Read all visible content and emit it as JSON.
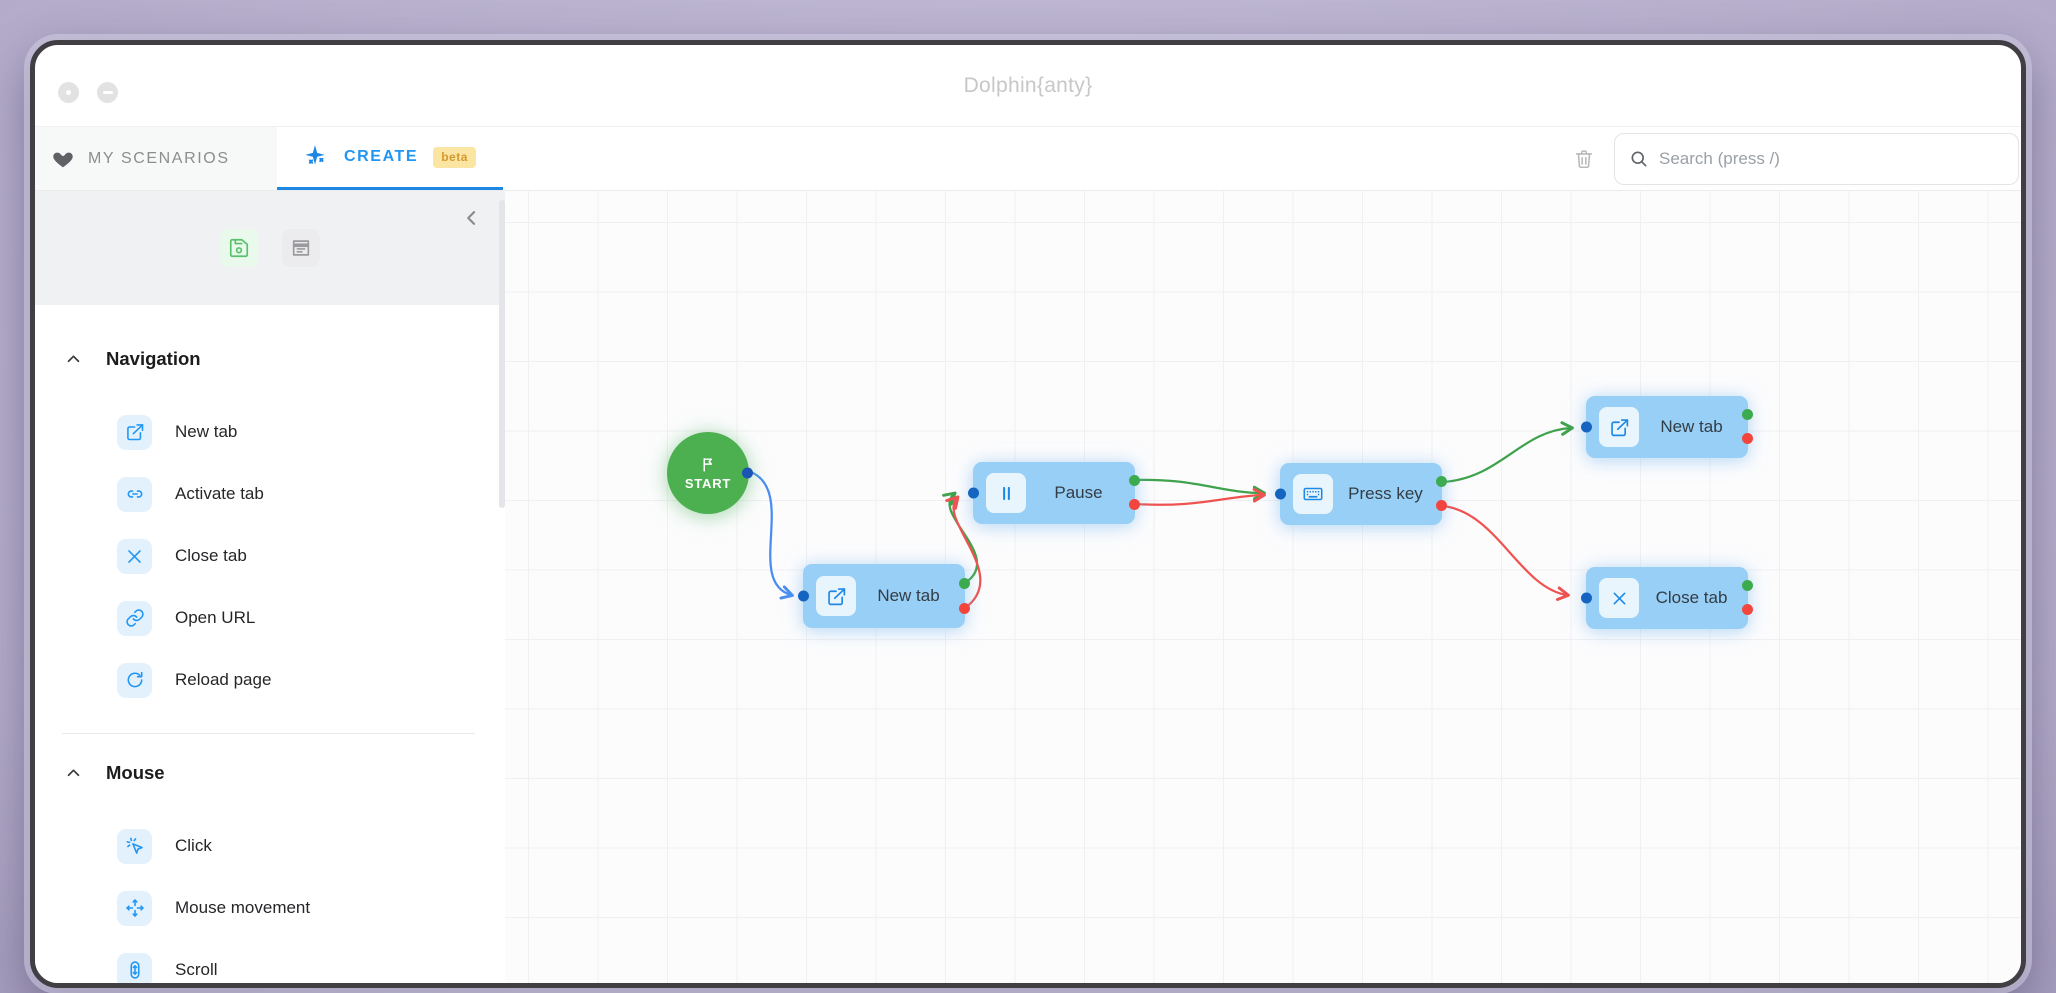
{
  "window": {
    "title": "Dolphin{anty}"
  },
  "tabs": {
    "my_scenarios": {
      "label": "MY SCENARIOS",
      "icon": "heart-icon"
    },
    "create": {
      "label": "CREATE",
      "icon": "sparkles-icon",
      "badge": "beta",
      "active": true
    }
  },
  "toolbar": {
    "search_placeholder": "Search (press /)",
    "icons": [
      "trash-icon",
      "search-icon"
    ]
  },
  "sidebar": {
    "top_tools": [
      {
        "icon": "save-icon"
      },
      {
        "icon": "log-icon"
      }
    ],
    "collapse_icon": "chevron-left-icon",
    "sections": [
      {
        "label": "Navigation",
        "items": [
          {
            "icon": "new-tab-icon",
            "label": "New tab"
          },
          {
            "icon": "activate-tab-icon",
            "label": "Activate tab"
          },
          {
            "icon": "close-tab-icon",
            "label": "Close tab"
          },
          {
            "icon": "open-url-icon",
            "label": "Open URL"
          },
          {
            "icon": "reload-page-icon",
            "label": "Reload page"
          }
        ]
      },
      {
        "label": "Mouse",
        "items": [
          {
            "icon": "click-icon",
            "label": "Click"
          },
          {
            "icon": "mouse-movement-icon",
            "label": "Mouse movement"
          },
          {
            "icon": "scroll-icon",
            "label": "Scroll"
          }
        ]
      }
    ]
  },
  "canvas": {
    "start_label": "START",
    "nodes": [
      {
        "id": "new-tab-1",
        "label": "New tab",
        "icon": "new-tab-icon"
      },
      {
        "id": "pause",
        "label": "Pause",
        "icon": "pause-icon"
      },
      {
        "id": "press-key",
        "label": "Press key",
        "icon": "keyboard-icon"
      },
      {
        "id": "new-tab-2",
        "label": "New tab",
        "icon": "new-tab-icon"
      },
      {
        "id": "close-tab",
        "label": "Close tab",
        "icon": "close-tab-icon"
      }
    ],
    "edges": [
      {
        "from": "start",
        "to": "new-tab-1",
        "type": "blue"
      },
      {
        "from": "new-tab-1:success",
        "to": "pause",
        "type": "green"
      },
      {
        "from": "new-tab-1:error",
        "to": "pause",
        "type": "red"
      },
      {
        "from": "pause:success",
        "to": "press-key",
        "type": "green"
      },
      {
        "from": "pause:error",
        "to": "press-key",
        "type": "red"
      },
      {
        "from": "press-key:success",
        "to": "new-tab-2",
        "type": "green"
      },
      {
        "from": "press-key:error",
        "to": "close-tab",
        "type": "red"
      }
    ]
  },
  "colors": {
    "accent_blue": "#1e88e5",
    "node_fill": "#97cff7",
    "start_green": "#4caf50",
    "edge_green": "#3fa24c",
    "edge_red": "#ef5350",
    "edge_blue": "#4a8df0",
    "port_input_blue": "#1565c0",
    "port_success_green": "#3cab50",
    "port_error_red": "#f2453d",
    "beta_bg": "#fbe5a3",
    "beta_text": "#d59a2f"
  }
}
